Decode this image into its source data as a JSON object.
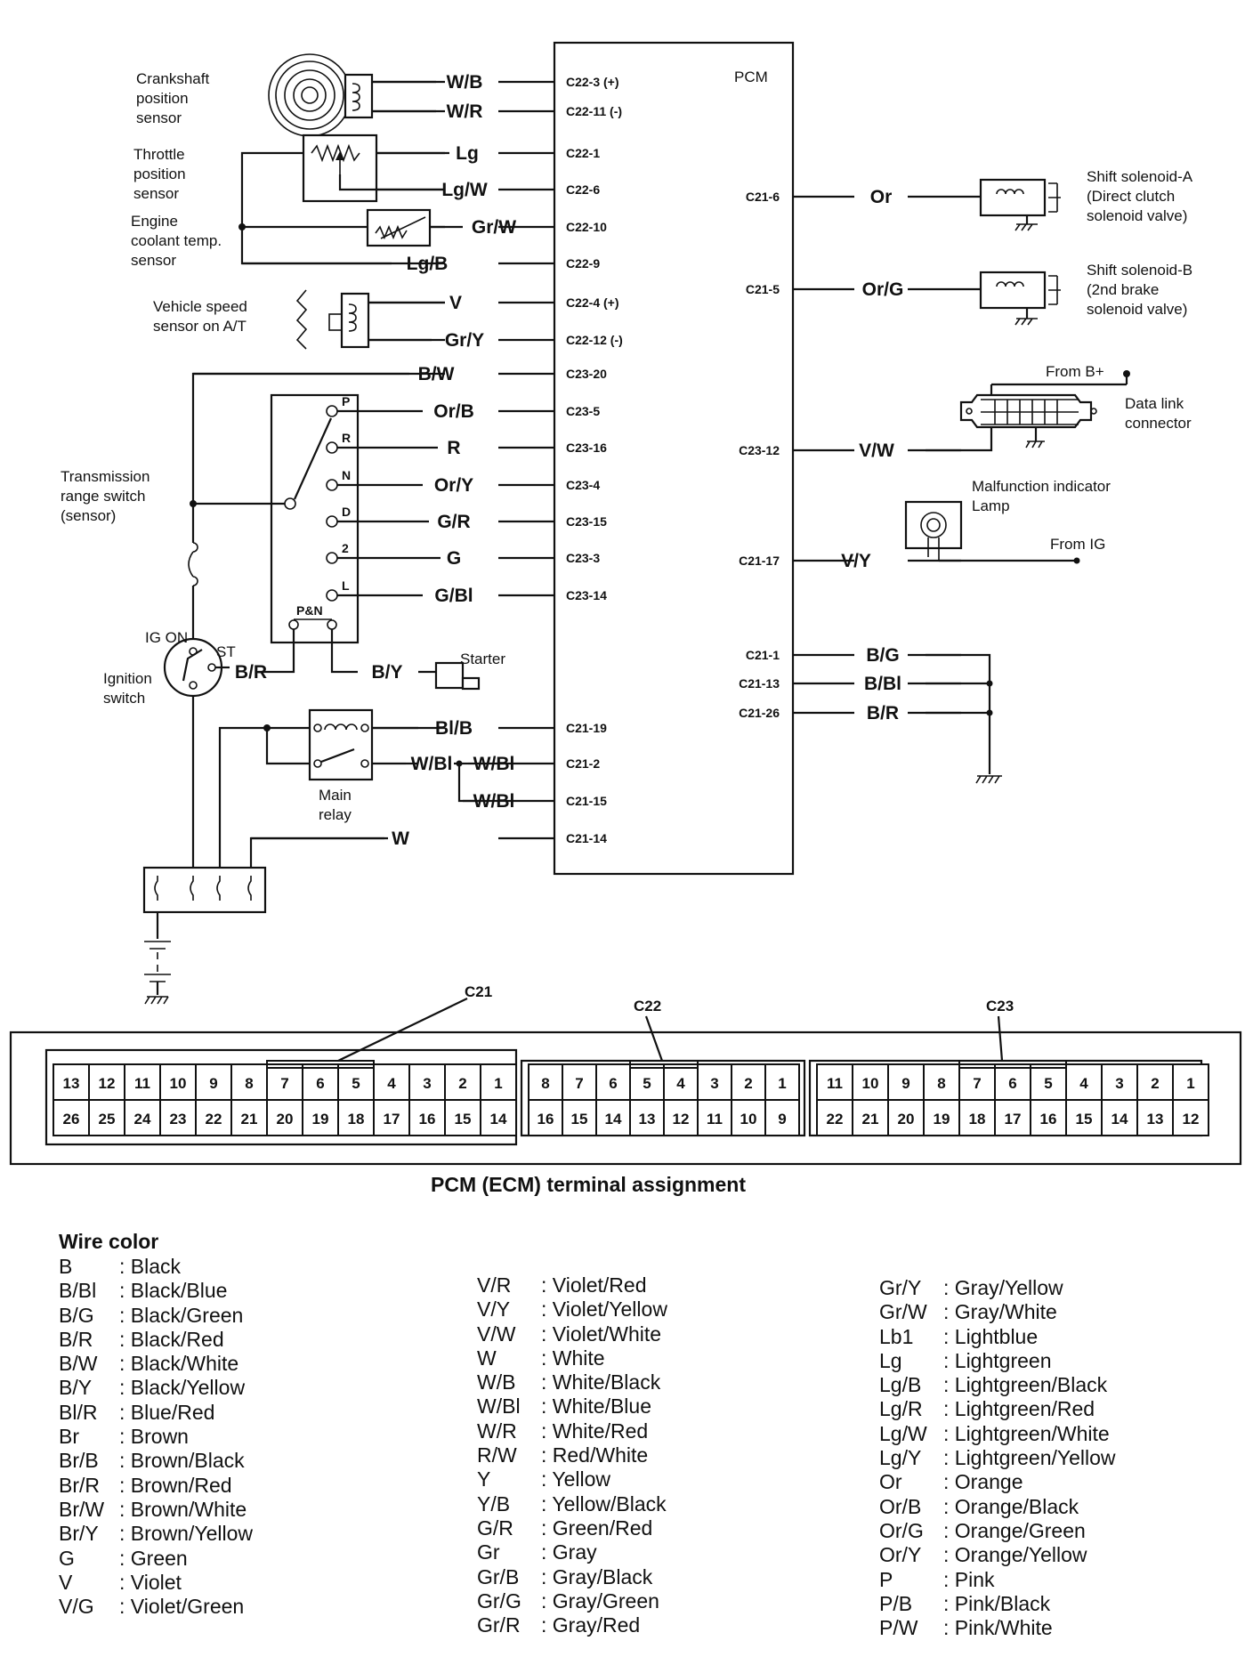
{
  "pcm_label": "PCM",
  "components": {
    "ckp": [
      "Crankshaft",
      "position",
      "sensor"
    ],
    "tps": [
      "Throttle",
      "position",
      "sensor"
    ],
    "ect": [
      "Engine",
      "coolant temp.",
      "sensor"
    ],
    "vss": [
      "Vehicle speed",
      "sensor on A/T"
    ],
    "trs": [
      "Transmission",
      "range switch",
      "(sensor)"
    ],
    "ign": [
      "Ignition",
      "switch"
    ],
    "ig_on": "IG ON",
    "st": "ST",
    "starter": "Starter",
    "pn": "P&N",
    "relay": [
      "Main",
      "relay"
    ],
    "sol_a": [
      "Shift solenoid-A",
      "(Direct clutch",
      "solenoid valve)"
    ],
    "sol_b": [
      "Shift solenoid-B",
      "(2nd brake",
      "solenoid valve)"
    ],
    "from_b": "From B+",
    "dlc": [
      "Data link",
      "connector"
    ],
    "mil": [
      "Malfunction indicator",
      "Lamp"
    ],
    "from_ig": "From IG"
  },
  "trs_positions": [
    "P",
    "R",
    "N",
    "D",
    "2",
    "L"
  ],
  "left_terminals": [
    "C22-3 (+)",
    "C22-11 (-)",
    "C22-1",
    "C22-6",
    "C22-10",
    "C22-9",
    "C22-4 (+)",
    "C22-12 (-)",
    "C23-20",
    "C23-5",
    "C23-16",
    "C23-4",
    "C23-15",
    "C23-3",
    "C23-14",
    "C21-19",
    "C21-2",
    "C21-15",
    "C21-14"
  ],
  "right_terminals": [
    "C21-6",
    "C21-5",
    "C23-12",
    "C21-17",
    "C21-1",
    "C21-13",
    "C21-26"
  ],
  "wires": {
    "ckp_pos": "W/B",
    "ckp_neg": "W/R",
    "tps_sig": "Lg",
    "tps_pwr": "Lg/W",
    "ect": "Gr/W",
    "gnd": "Lg/B",
    "vss_pos": "V",
    "vss_neg": "Gr/Y",
    "bw": "B/W",
    "p": "Or/B",
    "r": "R",
    "n": "Or/Y",
    "d": "G/R",
    "two": "G",
    "l": "G/Bl",
    "br": "B/R",
    "by": "B/Y",
    "blb": "Bl/B",
    "wbl_relay": "W/Bl",
    "wbl_1": "W/Bl",
    "wbl_2": "W/Bl",
    "w": "W",
    "sol_a": "Or",
    "sol_b": "Or/G",
    "dlc": "V/W",
    "mil": "V/Y",
    "g1": "B/G",
    "g2": "B/Bl",
    "g3": "B/R"
  },
  "connector_labels": [
    "C21",
    "C22",
    "C23"
  ],
  "c21_top": [
    "13",
    "12",
    "11",
    "10",
    "9",
    "8",
    "7",
    "6",
    "5",
    "4",
    "3",
    "2",
    "1"
  ],
  "c21_bot": [
    "26",
    "25",
    "24",
    "23",
    "22",
    "21",
    "20",
    "19",
    "18",
    "17",
    "16",
    "15",
    "14"
  ],
  "c22_top": [
    "8",
    "7",
    "6",
    "5",
    "4",
    "3",
    "2",
    "1"
  ],
  "c22_bot": [
    "16",
    "15",
    "14",
    "13",
    "12",
    "11",
    "10",
    "9"
  ],
  "c23_top": [
    "11",
    "10",
    "9",
    "8",
    "7",
    "6",
    "5",
    "4",
    "3",
    "2",
    "1"
  ],
  "c23_bot": [
    "22",
    "21",
    "20",
    "19",
    "18",
    "17",
    "16",
    "15",
    "14",
    "13",
    "12"
  ],
  "terminal_heading": "PCM (ECM) terminal assignment",
  "legend_title": "Wire color",
  "legend": [
    [
      {
        "code": "B",
        "name": ": Black"
      },
      {
        "code": "B/Bl",
        "name": ": Black/Blue"
      },
      {
        "code": "B/G",
        "name": ": Black/Green"
      },
      {
        "code": "B/R",
        "name": ": Black/Red"
      },
      {
        "code": "B/W",
        "name": ": Black/White"
      },
      {
        "code": "B/Y",
        "name": ": Black/Yellow"
      },
      {
        "code": "Bl/R",
        "name": ": Blue/Red"
      },
      {
        "code": "Br",
        "name": ": Brown"
      },
      {
        "code": "Br/B",
        "name": ": Brown/Black"
      },
      {
        "code": "Br/R",
        "name": ": Brown/Red"
      },
      {
        "code": "Br/W",
        "name": ": Brown/White"
      },
      {
        "code": "Br/Y",
        "name": ": Brown/Yellow"
      },
      {
        "code": "G",
        "name": ": Green"
      },
      {
        "code": "V",
        "name": ": Violet"
      },
      {
        "code": "V/G",
        "name": ": Violet/Green"
      }
    ],
    [
      {
        "code": "V/R",
        "name": ": Violet/Red"
      },
      {
        "code": "V/Y",
        "name": ": Violet/Yellow"
      },
      {
        "code": "V/W",
        "name": ": Violet/White"
      },
      {
        "code": "W",
        "name": ": White"
      },
      {
        "code": "W/B",
        "name": ": White/Black"
      },
      {
        "code": "W/Bl",
        "name": ": White/Blue"
      },
      {
        "code": "W/R",
        "name": ": White/Red"
      },
      {
        "code": "R/W",
        "name": ": Red/White"
      },
      {
        "code": "Y",
        "name": ": Yellow"
      },
      {
        "code": "Y/B",
        "name": ": Yellow/Black"
      },
      {
        "code": "G/R",
        "name": ": Green/Red"
      },
      {
        "code": "Gr",
        "name": ": Gray"
      },
      {
        "code": "Gr/B",
        "name": ": Gray/Black"
      },
      {
        "code": "Gr/G",
        "name": ": Gray/Green"
      },
      {
        "code": "Gr/R",
        "name": ": Gray/Red"
      }
    ],
    [
      {
        "code": "Gr/Y",
        "name": ": Gray/Yellow"
      },
      {
        "code": "Gr/W",
        "name": ": Gray/White"
      },
      {
        "code": "Lb1",
        "name": ": Lightblue"
      },
      {
        "code": "Lg",
        "name": ": Lightgreen"
      },
      {
        "code": "Lg/B",
        "name": ": Lightgreen/Black"
      },
      {
        "code": "Lg/R",
        "name": ": Lightgreen/Red"
      },
      {
        "code": "Lg/W",
        "name": ": Lightgreen/White"
      },
      {
        "code": "Lg/Y",
        "name": ": Lightgreen/Yellow"
      },
      {
        "code": "Or",
        "name": ": Orange"
      },
      {
        "code": "Or/B",
        "name": ": Orange/Black"
      },
      {
        "code": "Or/G",
        "name": ": Orange/Green"
      },
      {
        "code": "Or/Y",
        "name": ": Orange/Yellow"
      },
      {
        "code": "P",
        "name": ": Pink"
      },
      {
        "code": "P/B",
        "name": ": Pink/Black"
      },
      {
        "code": "P/W",
        "name": ": Pink/White"
      }
    ]
  ]
}
